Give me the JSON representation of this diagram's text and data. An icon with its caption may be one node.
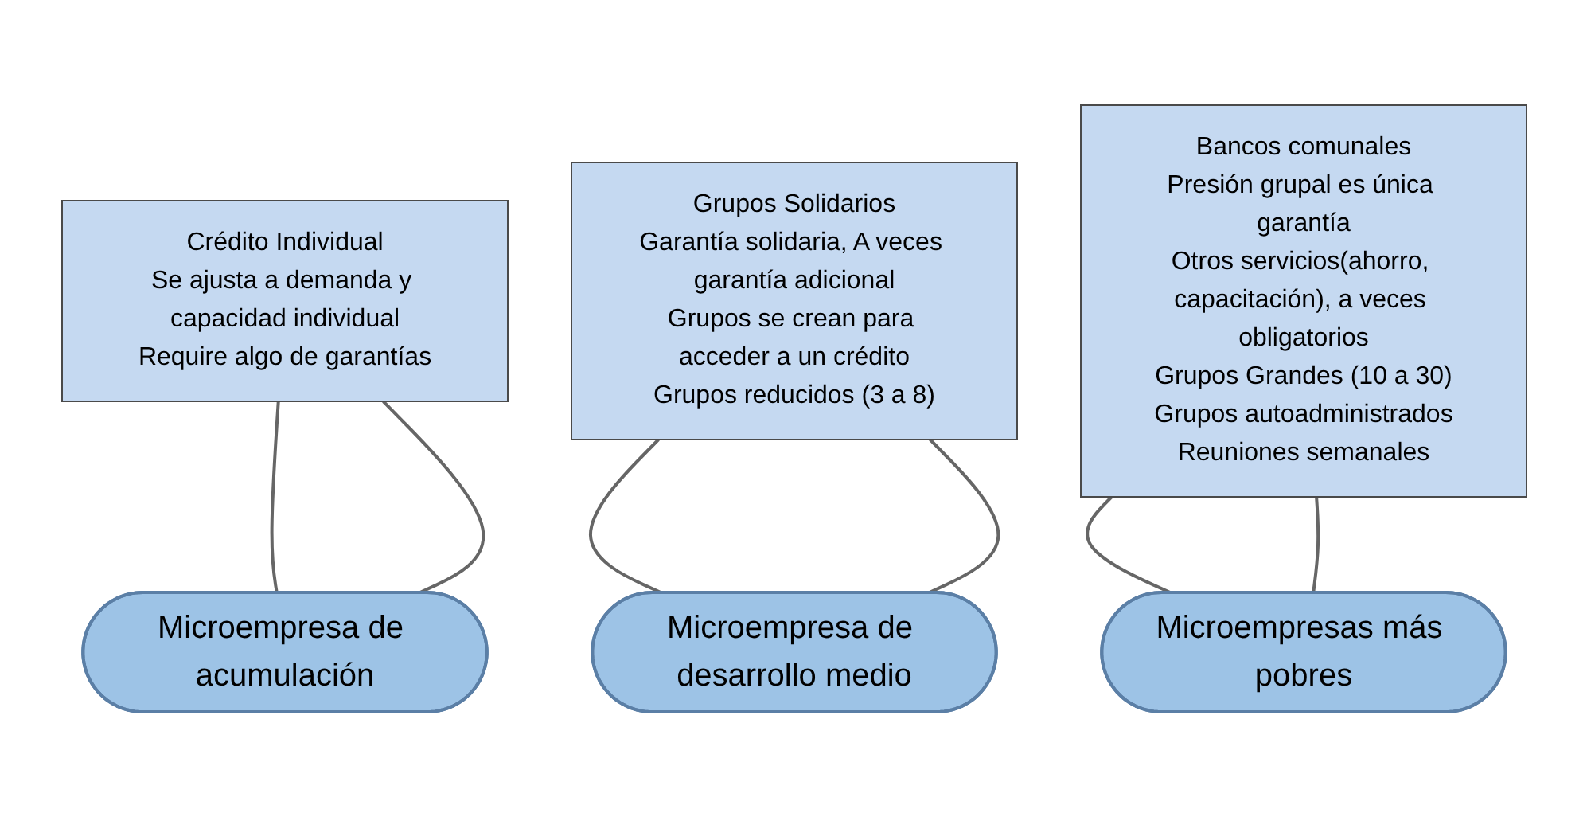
{
  "diagram": {
    "nodes": [
      {
        "text": [
          "Crédito Individual",
          "Se ajusta a demanda y capacidad individual",
          "Require algo de garantías"
        ]
      },
      {
        "text": [
          "Grupos Solidarios",
          "Garantía solidaria, A veces garantía adicional",
          "Grupos se crean para acceder a un crédito",
          "Grupos reducidos (3 a 8)"
        ]
      },
      {
        "text": [
          "Bancos comunales",
          "Presión grupal es única garantía",
          "Otros servicios(ahorro, capacitación), a veces obligatorios",
          "Grupos Grandes (10 a 30)",
          "Grupos autoadministrados",
          "Reuniones semanales"
        ]
      },
      {
        "text": [
          "Microempresa de acumulación"
        ]
      },
      {
        "text": [
          "Microempresa de desarrollo medio"
        ]
      },
      {
        "text": [
          "Microempresas más pobres"
        ]
      }
    ],
    "edges": [
      {
        "from": 0,
        "to": 3,
        "arrow": "none"
      },
      {
        "from": 0,
        "to": 3,
        "arrow": "none"
      },
      {
        "from": 1,
        "to": 4,
        "arrow": "none"
      },
      {
        "from": 1,
        "to": 4,
        "arrow": "none"
      },
      {
        "from": 2,
        "to": 5,
        "arrow": "none"
      },
      {
        "from": 2,
        "to": 5,
        "arrow": "none"
      }
    ]
  }
}
